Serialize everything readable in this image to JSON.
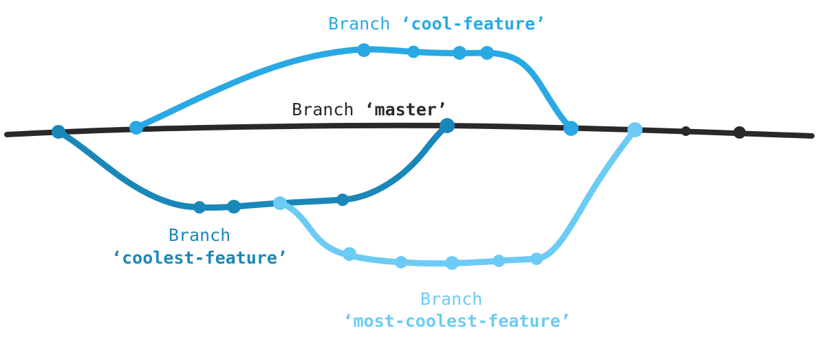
{
  "diagram": {
    "type": "git-branch-diagram",
    "background": "#FFFFFF",
    "colors": {
      "master": "#2B282A",
      "cool": "#29A9E4",
      "coolest": "#1A87B9",
      "most_coolest": "#6CCBF4"
    },
    "labels": {
      "cool": {
        "prefix": "Branch ",
        "name": "‘cool-feature’"
      },
      "master": {
        "prefix": "Branch ",
        "name": "‘master’"
      },
      "coolest": {
        "line1": "Branch",
        "name": "‘coolest-feature’"
      },
      "most_coolest": {
        "line1": "Branch",
        "name": "‘most-coolest-feature’"
      }
    },
    "branches": [
      {
        "name": "master",
        "commit_dots": 2
      },
      {
        "name": "cool-feature",
        "commit_dots": 6
      },
      {
        "name": "coolest-feature",
        "commit_dots": 5
      },
      {
        "name": "most-coolest-feature",
        "commit_dots": 7
      }
    ]
  }
}
